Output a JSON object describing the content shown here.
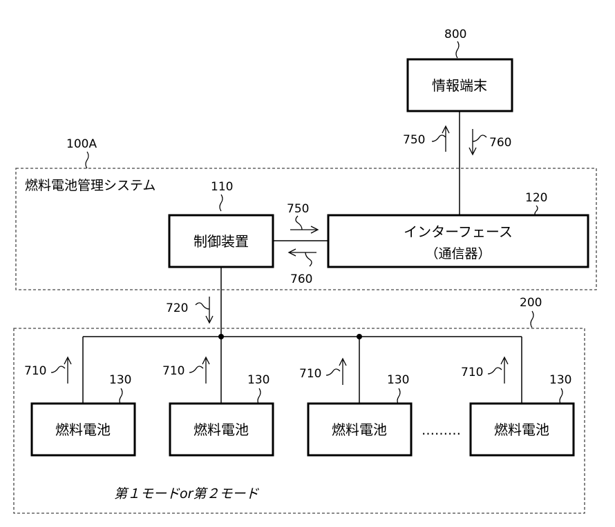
{
  "system": {
    "ref": "100A",
    "title": "燃料電池管理システム"
  },
  "terminal": {
    "ref": "800",
    "label": "情報端末"
  },
  "controller": {
    "ref": "110",
    "label": "制御装置"
  },
  "interface": {
    "ref": "120",
    "label": "インターフェース",
    "sublabel": "（通信器）"
  },
  "fuel_cell_group": {
    "ref": "200",
    "mode_text": "第１モードor第２モード",
    "ellipsis": "………",
    "cells": [
      {
        "ref": "130",
        "label": "燃料電池"
      },
      {
        "ref": "130",
        "label": "燃料電池"
      },
      {
        "ref": "130",
        "label": "燃料電池"
      },
      {
        "ref": "130",
        "label": "燃料電池"
      }
    ]
  },
  "signals": {
    "terminal_up": "750",
    "terminal_down": "760",
    "ctrl_to_if": "750",
    "if_to_ctrl": "760",
    "ctrl_down": "720",
    "cell_up": [
      "710",
      "710",
      "710",
      "710"
    ]
  }
}
